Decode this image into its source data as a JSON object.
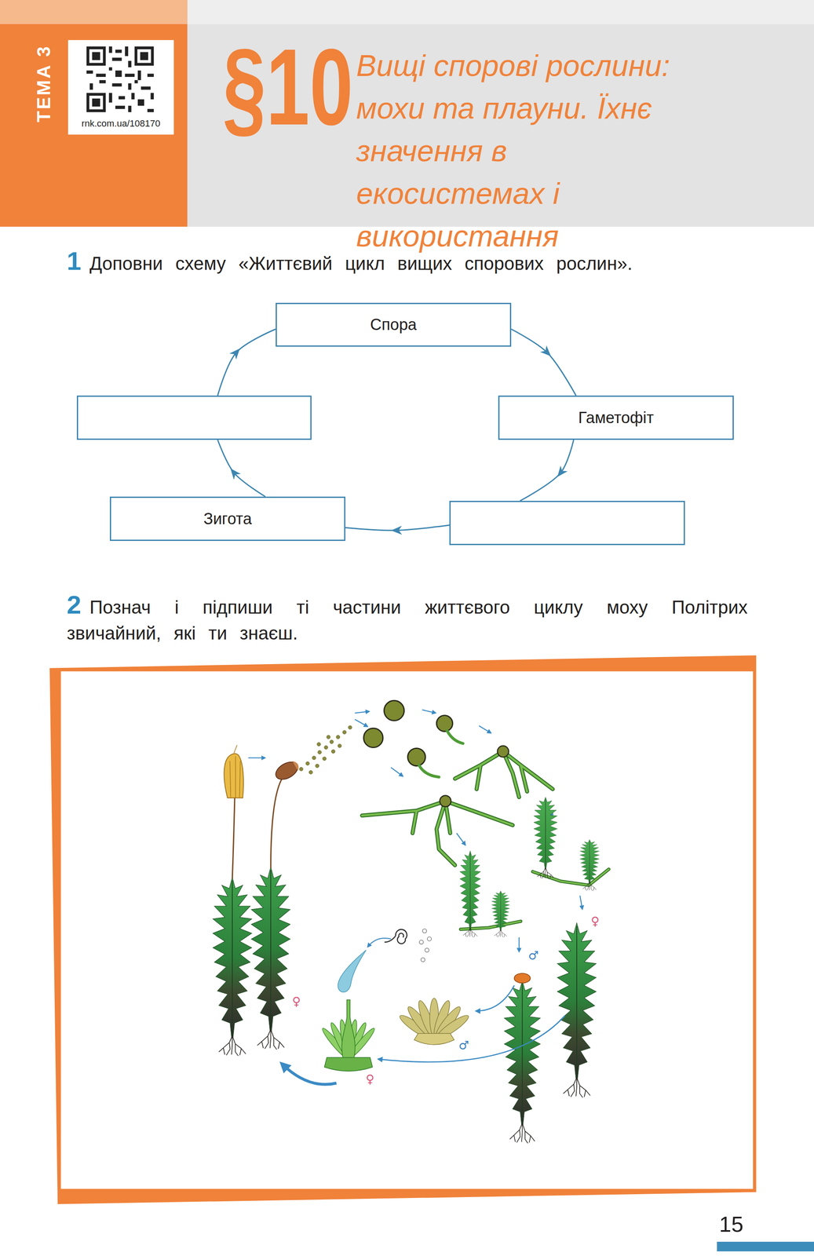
{
  "diagram": {
    "title": "Вищі спорові рослини: мохи та плауни. Їхнє значення в екосистемах і використання",
    "nodes": [
      {
        "text": [
          "Спора"
        ]
      },
      {
        "text": []
      },
      {
        "text": [
          "Гаметофіт"
        ]
      },
      {
        "text": [
          "Зигота"
        ]
      },
      {
        "text": []
      }
    ],
    "edges": [
      {
        "from": 0,
        "to": 2,
        "arrow": "to"
      },
      {
        "from": 2,
        "to": 4,
        "arrow": "to"
      },
      {
        "from": 4,
        "to": 3,
        "arrow": "to"
      },
      {
        "from": 3,
        "to": 1,
        "arrow": "to"
      },
      {
        "from": 1,
        "to": 0,
        "arrow": "to"
      }
    ],
    "labels": [
      "ТЕМА 3",
      "rnk.com.ua/108170",
      "§10",
      "1",
      "Доповни схему «Життєвий цикл вищих спорових рослин».",
      "2",
      "Познач і підпиши ті частини життєвого циклу моху Політрих звичайний, які ти знаєш.",
      "♀",
      "♂",
      "♀",
      "♂",
      "♀",
      "15"
    ]
  }
}
